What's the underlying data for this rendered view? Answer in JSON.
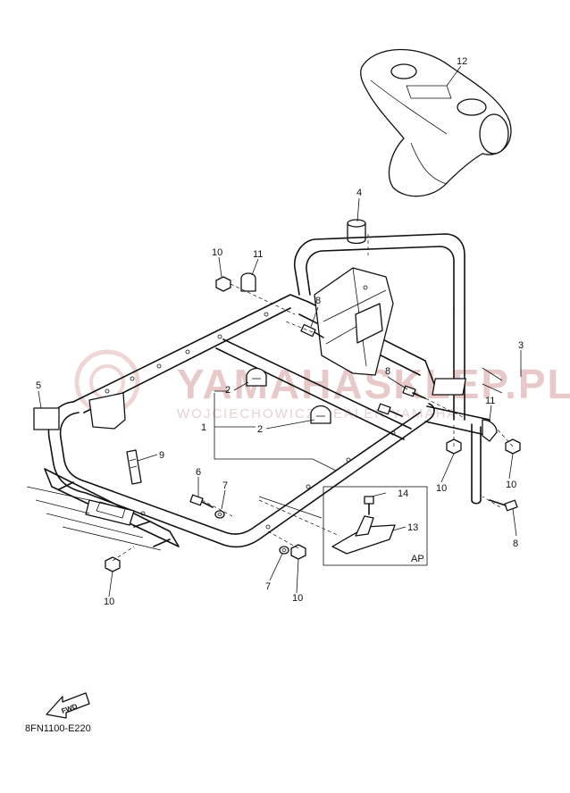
{
  "watermark": {
    "line1": "YAMAHASKLEP.PL",
    "line2": "WOJCIECHOWICZ DEALER YAMAHA",
    "color": "#e8c9c9"
  },
  "callouts": [
    {
      "id": "c12a",
      "text": "12"
    },
    {
      "id": "c4",
      "text": "4"
    },
    {
      "id": "c10a",
      "text": "10"
    },
    {
      "id": "c11a",
      "text": "11"
    },
    {
      "id": "c8a",
      "text": "8"
    },
    {
      "id": "c3",
      "text": "3"
    },
    {
      "id": "c5",
      "text": "5"
    },
    {
      "id": "c2a",
      "text": "2"
    },
    {
      "id": "c8b",
      "text": "8"
    },
    {
      "id": "c11b",
      "text": "11"
    },
    {
      "id": "c1",
      "text": "1"
    },
    {
      "id": "c2b",
      "text": "2"
    },
    {
      "id": "c10b",
      "text": "10"
    },
    {
      "id": "c10c",
      "text": "10"
    },
    {
      "id": "c9",
      "text": "9"
    },
    {
      "id": "c6",
      "text": "6"
    },
    {
      "id": "c7a",
      "text": "7"
    },
    {
      "id": "c14",
      "text": "14"
    },
    {
      "id": "c13",
      "text": "13"
    },
    {
      "id": "c8c",
      "text": "8"
    },
    {
      "id": "cAP",
      "text": "AP"
    },
    {
      "id": "c10d",
      "text": "10"
    },
    {
      "id": "c7b",
      "text": "7"
    },
    {
      "id": "c10e",
      "text": "10"
    }
  ],
  "fwd_label": "FWD",
  "diagram_code": "8FN1100-E220"
}
